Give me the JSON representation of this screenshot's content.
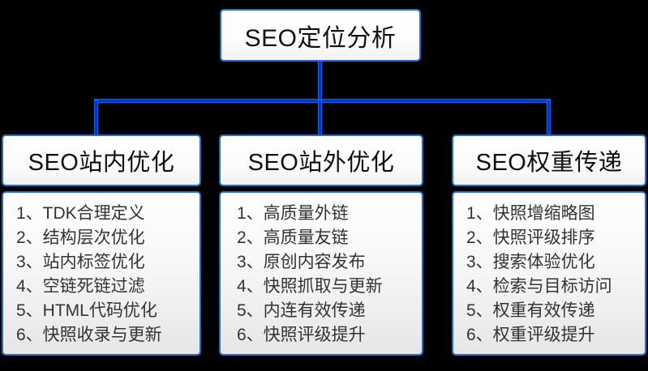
{
  "diagram": {
    "root": {
      "label": "SEO定位分析"
    },
    "branches": [
      {
        "header": "SEO站内优化",
        "items": [
          "1、TDK合理定义",
          "2、结构层次优化",
          "3、站内标签优化",
          "4、空链死链过滤",
          "5、HTML代码优化",
          "6、快照收录与更新"
        ]
      },
      {
        "header": "SEO站外优化",
        "items": [
          "1、高质量外链",
          "2、高质量友链",
          "3、原创内容发布",
          "4、快照抓取与更新",
          "5、内连有效传递",
          "6、快照评级提升"
        ]
      },
      {
        "header": "SEO权重传递",
        "items": [
          "1、快照增缩略图",
          "2、快照评级排序",
          "3、搜索体验优化",
          "4、检索与目标访问",
          "5、权重有效传递",
          "6、权重评级提升"
        ]
      }
    ],
    "colors": {
      "background": "#000000",
      "border": "#1f6fd0",
      "connector": "#1565d8",
      "connector_core": "#0a2fd0",
      "box_fill_top": "#ffffff",
      "box_fill_bottom": "#e6e6e6",
      "text": "#111111"
    }
  }
}
